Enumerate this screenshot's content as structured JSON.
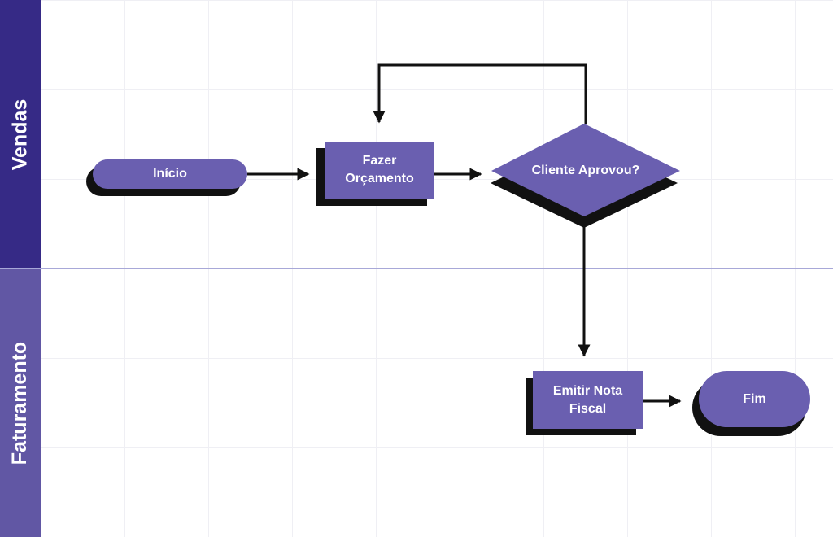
{
  "lanes": {
    "vendas": "Vendas",
    "faturamento": "Faturamento"
  },
  "nodes": {
    "inicio": "Início",
    "fazer_orcamento_l1": "Fazer",
    "fazer_orcamento_l2": "Orçamento",
    "cliente_aprovou": "Cliente Aprovou?",
    "emitir_nota_l1": "Emitir Nota",
    "emitir_nota_l2": "Fiscal",
    "fim": "Fim"
  },
  "colors": {
    "node_fill": "#6a5fb0",
    "node_shadow": "#111111",
    "lane_vendas": "#362a86",
    "lane_faturamento": "#6157a4",
    "connector": "#111111"
  }
}
